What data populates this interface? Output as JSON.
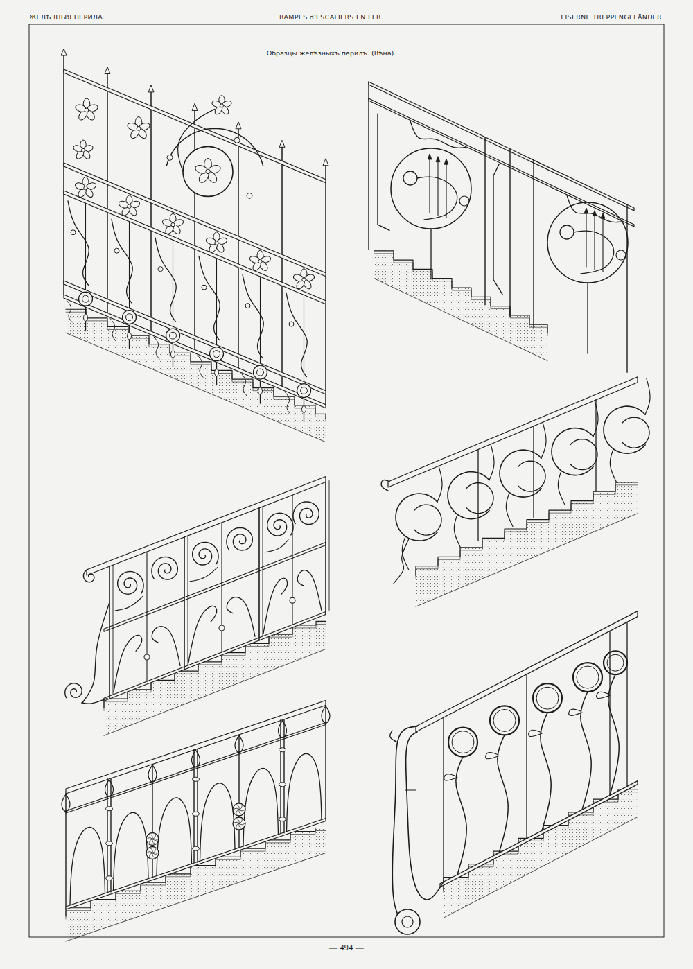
{
  "diagram": {
    "title": "Образцы желѣзныхъ перилъ. (Вѣна).",
    "labels": [
      "ЖЕЛѢЗНЫЯ ПЕРИЛА.",
      "RAMPES d'ESCALIERS EN FER.",
      "EISERNE TREPPENGELÄNDER.",
      "— 494 —"
    ]
  }
}
